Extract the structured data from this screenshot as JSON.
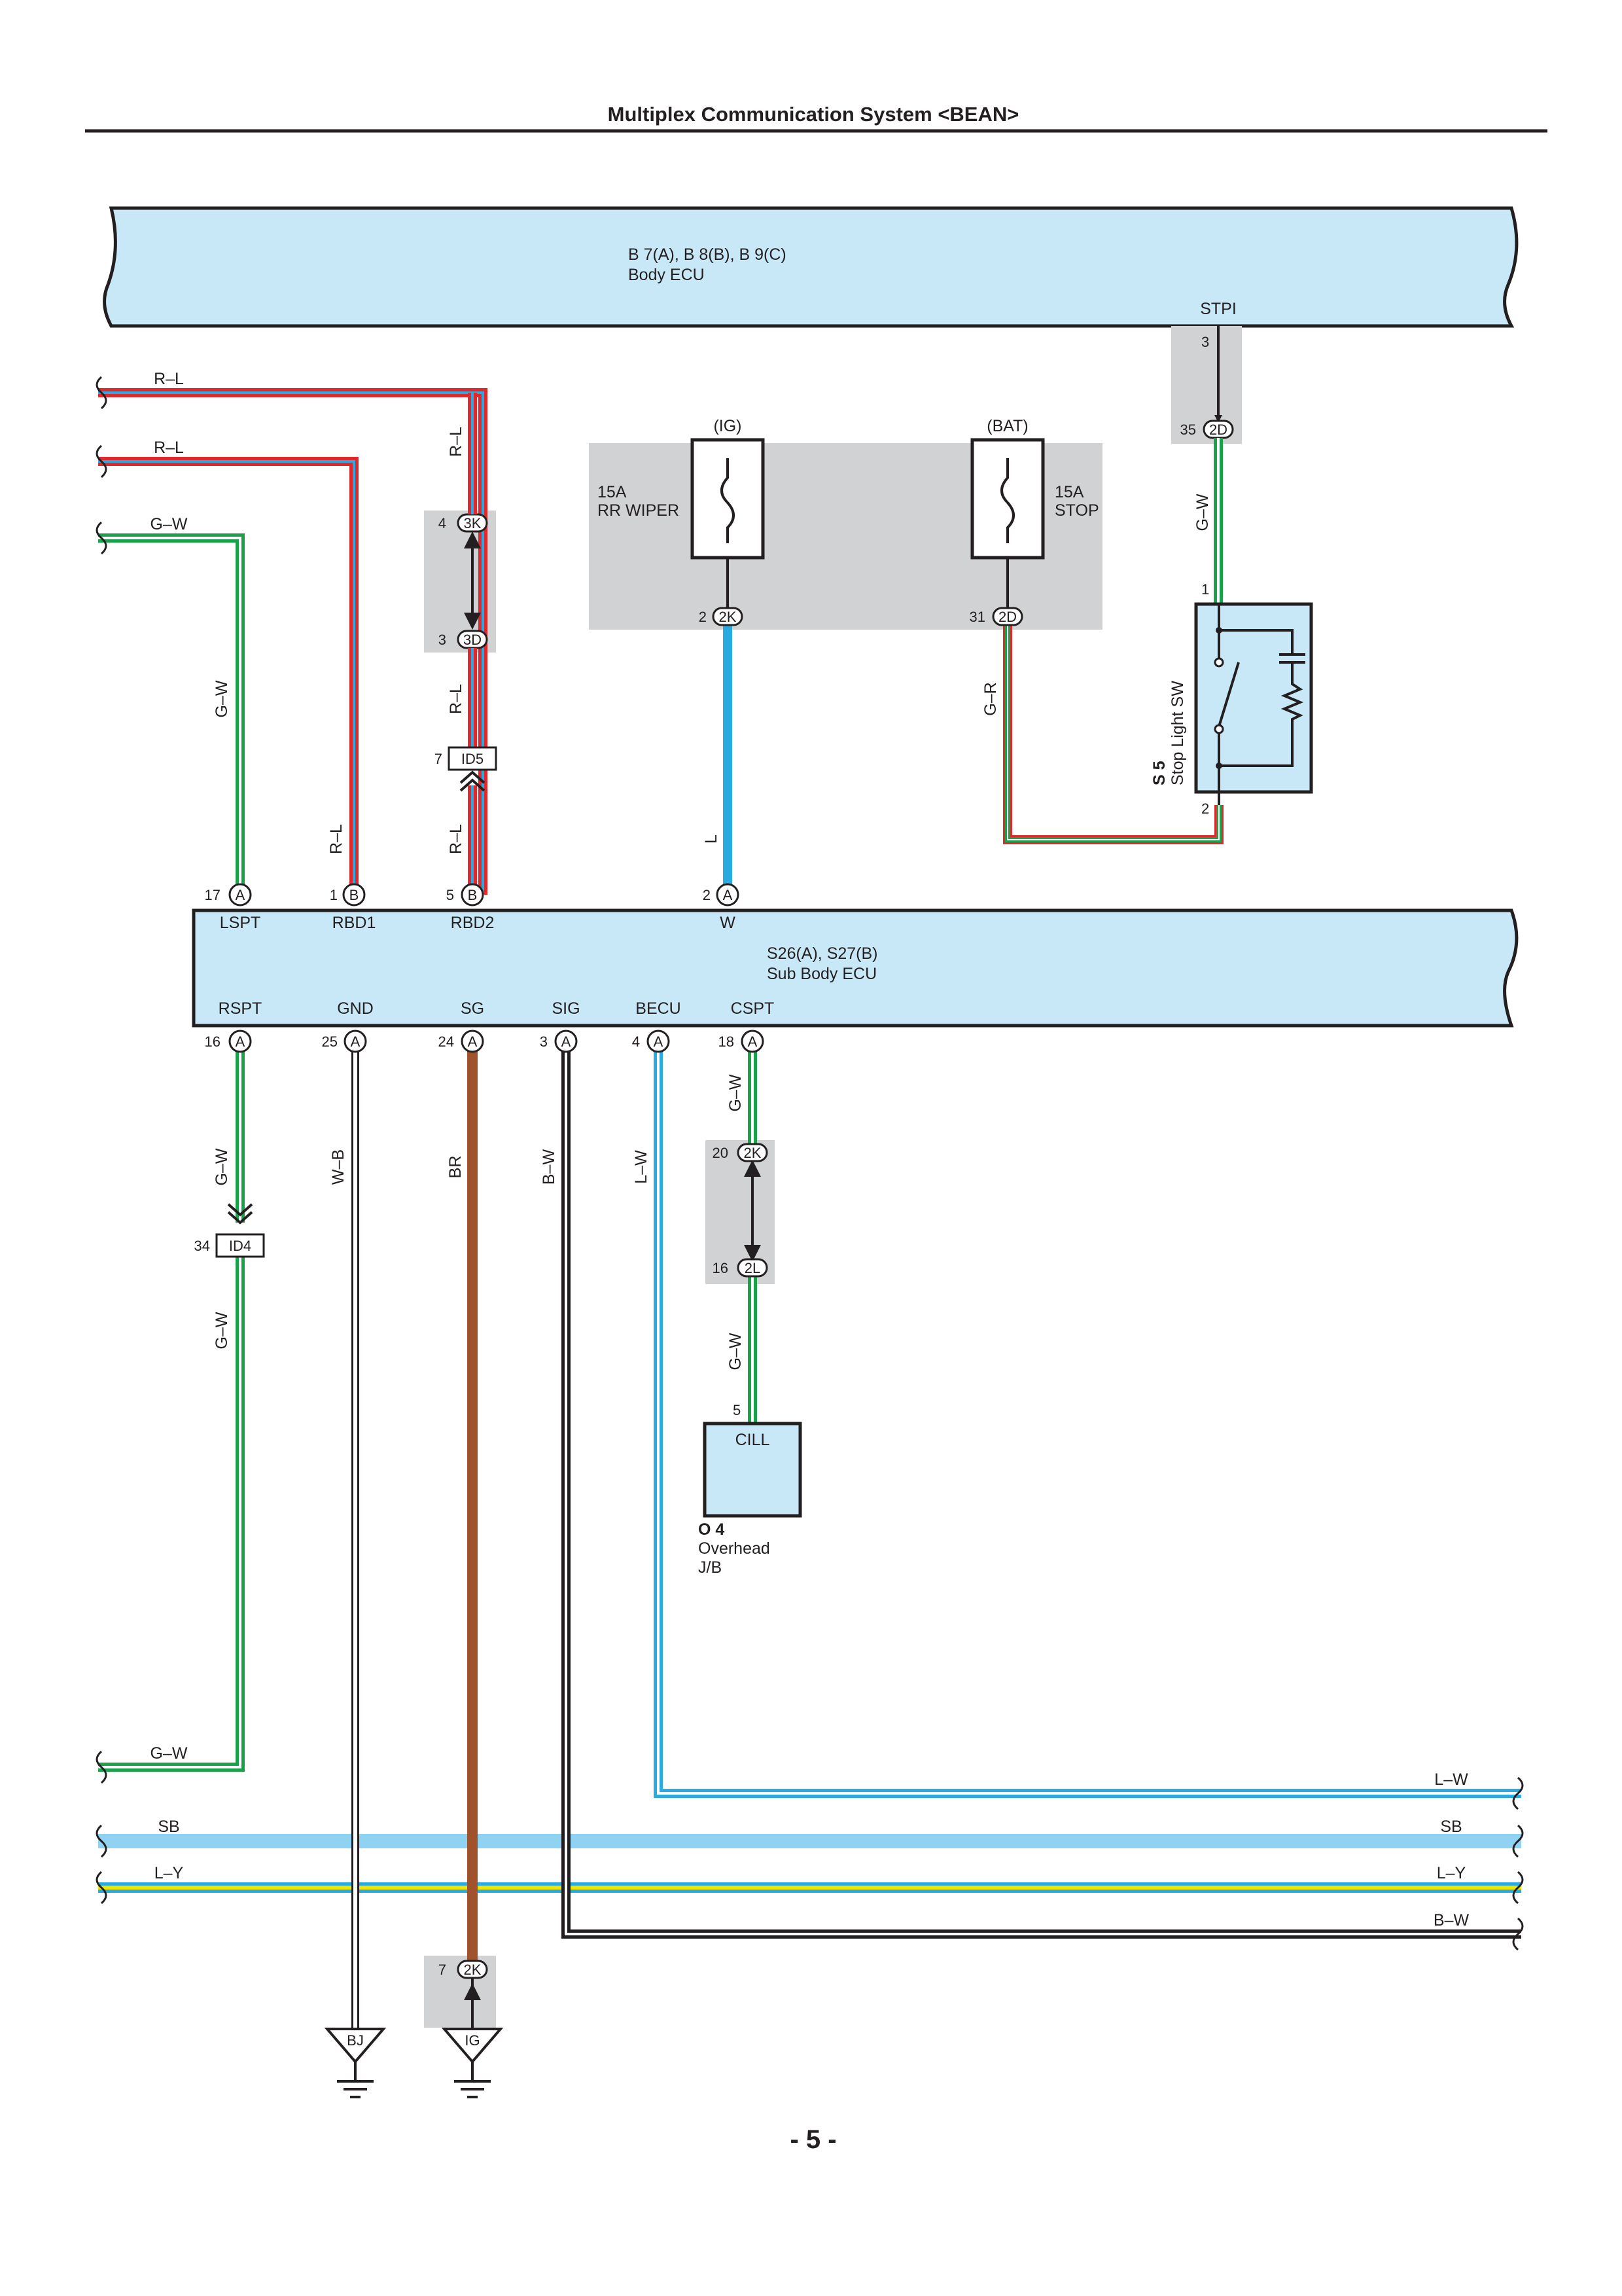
{
  "header": {
    "title": "Multiplex Communication System <BEAN>"
  },
  "footer": {
    "page": "- 5 -"
  },
  "body_ecu": {
    "connectors": "B 7(A), B 8(B), B 9(C)",
    "name": "Body ECU",
    "pin_label": "STPI",
    "pin_no": "3"
  },
  "sub_body_ecu": {
    "connectors": "S26(A), S27(B)",
    "name": "Sub Body ECU",
    "top_pins": [
      {
        "label": "LSPT",
        "no": "17",
        "conn": "A"
      },
      {
        "label": "RBD1",
        "no": "1",
        "conn": "B"
      },
      {
        "label": "RBD2",
        "no": "5",
        "conn": "B"
      },
      {
        "label": "W",
        "no": "2",
        "conn": "A"
      }
    ],
    "bottom_pins": [
      {
        "label": "RSPT",
        "no": "16",
        "conn": "A"
      },
      {
        "label": "GND",
        "no": "25",
        "conn": "A"
      },
      {
        "label": "SG",
        "no": "24",
        "conn": "A"
      },
      {
        "label": "SIG",
        "no": "3",
        "conn": "A"
      },
      {
        "label": "BECU",
        "no": "4",
        "conn": "A"
      },
      {
        "label": "CSPT",
        "no": "18",
        "conn": "A"
      }
    ]
  },
  "fuses": {
    "ig": {
      "source": "(IG)",
      "rating": "15A",
      "name": "RR WIPER",
      "pin_no": "2",
      "conn": "2K"
    },
    "bat": {
      "source": "(BAT)",
      "rating": "15A",
      "name": "STOP",
      "pin_no": "31",
      "conn": "2D"
    }
  },
  "stop_light_sw": {
    "id": "S 5",
    "name": "Stop Light SW",
    "pin_in": "1",
    "pin_out": "2"
  },
  "stpi_junction": {
    "pin_no": "35",
    "conn": "2D"
  },
  "junction_3k_3d": {
    "top_no": "4",
    "top_conn": "3K",
    "bottom_no": "3",
    "bottom_conn": "3D"
  },
  "id5": {
    "pin_no": "7",
    "label": "ID5"
  },
  "id4": {
    "pin_no": "34",
    "label": "ID4"
  },
  "junction_2k_2l": {
    "top_no": "20",
    "top_conn": "2K",
    "bottom_no": "16",
    "bottom_conn": "2L"
  },
  "overhead_jb": {
    "id": "O 4",
    "name_line1": "Overhead",
    "name_line2": "J/B",
    "label": "CILL",
    "pin_no": "5"
  },
  "ground_junction": {
    "pin_no": "7",
    "conn": "2K"
  },
  "grounds": {
    "bj": "BJ",
    "ig": "IG"
  },
  "wires": {
    "rl": "R–L",
    "gw": "G–W",
    "l": "L",
    "gr": "G–R",
    "wb": "W–B",
    "br": "BR",
    "bw": "B–W",
    "lw": "L–W",
    "sb": "SB",
    "ly": "L–Y"
  },
  "colors": {
    "ecu_fill": "#c8e8f8",
    "frame_gray": "#d1d2d4",
    "red": "#e2282a",
    "green": "#1aa24b",
    "blue": "#29abe2",
    "light_blue": "#8fd2f2",
    "yellow": "#f2e600",
    "brown": "#a0522d",
    "black": "#231f20"
  }
}
